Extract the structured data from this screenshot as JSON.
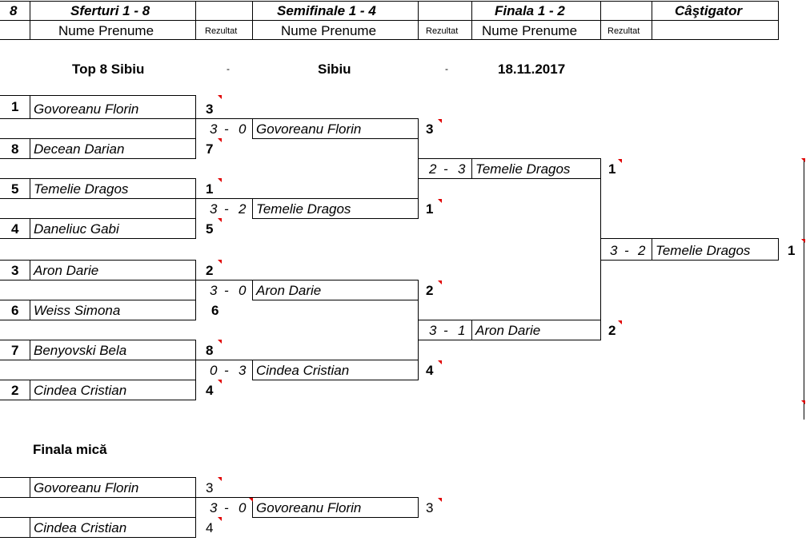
{
  "header": {
    "count": "8",
    "quarters": "Sferturi 1 - 8",
    "semis": "Semifinale 1 - 4",
    "final": "Finala 1 - 2",
    "winner": "Câştigator",
    "name_col": "Nume Prenume",
    "result_col": "Rezultat"
  },
  "event": {
    "title": "Top 8 Sibiu",
    "sep1": "-",
    "location": "Sibiu",
    "sep2": "-",
    "date": "18.11.2017"
  },
  "quarterfinals": [
    {
      "seed": "1",
      "name": "Govoreanu Florin",
      "result": "3"
    },
    {
      "seed": "8",
      "name": "Decean Darian",
      "result": "7"
    },
    {
      "seed": "5",
      "name": "Temelie Dragos",
      "result": "1"
    },
    {
      "seed": "4",
      "name": "Daneliuc Gabi",
      "result": "5"
    },
    {
      "seed": "3",
      "name": "Aron Darie",
      "result": "2"
    },
    {
      "seed": "6",
      "name": "Weiss Simona",
      "result": "6"
    },
    {
      "seed": "7",
      "name": "Benyovski Bela",
      "result": "8"
    },
    {
      "seed": "2",
      "name": "Cindea Cristian",
      "result": "4"
    }
  ],
  "semifinals": [
    {
      "score_a": "3",
      "dash": "-",
      "score_b": "0",
      "name": "Govoreanu Florin",
      "result": "3"
    },
    {
      "score_a": "3",
      "dash": "-",
      "score_b": "2",
      "name": "Temelie Dragos",
      "result": "1"
    },
    {
      "score_a": "3",
      "dash": "-",
      "score_b": "0",
      "name": "Aron Darie",
      "result": "2"
    },
    {
      "score_a": "0",
      "dash": "-",
      "score_b": "3",
      "name": "Cindea Cristian",
      "result": "4"
    }
  ],
  "finals": [
    {
      "score_a": "2",
      "dash": "-",
      "score_b": "3",
      "name": "Temelie Dragos",
      "result": "1"
    },
    {
      "score_a": "3",
      "dash": "-",
      "score_b": "1",
      "name": "Aron Darie",
      "result": "2"
    }
  ],
  "champion": {
    "score_a": "3",
    "dash": "-",
    "score_b": "2",
    "name": "Temelie Dragos",
    "result": "1"
  },
  "small_final": {
    "title": "Finala mică",
    "p1": {
      "name": "Govoreanu Florin",
      "result": "3"
    },
    "p2": {
      "name": "Cindea Cristian",
      "result": "4"
    },
    "match": {
      "score_a": "3",
      "dash": "-",
      "score_b": "0",
      "name": "Govoreanu Florin",
      "result": "3"
    }
  },
  "colors": {
    "comment_marker": "#e00000"
  }
}
